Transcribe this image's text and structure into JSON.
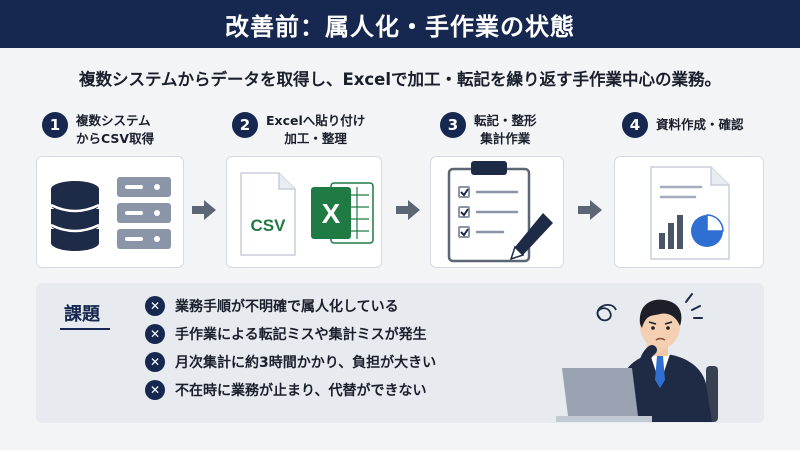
{
  "title": "改善前：属人化・手作業の状態",
  "subtitle": "複数システムからデータを取得し、Excelで加工・転記を繰り返す手作業中心の業務。",
  "steps": [
    {
      "number": "1",
      "line1": "複数システム",
      "line2": "からCSV取得"
    },
    {
      "number": "2",
      "line1": "Excelへ貼り付け",
      "line2": "加工・整理"
    },
    {
      "number": "3",
      "line1": "転記・整形",
      "line2": "集計作業"
    },
    {
      "number": "4",
      "line1": "資料作成・確認",
      "line2": ""
    }
  ],
  "csv_label": "CSV",
  "excel_label": "X",
  "issues": {
    "title": "課題",
    "items": [
      "業務手順が不明確で属人化している",
      "手作業による転記ミスや集計ミスが発生",
      "月次集計に約3時間かかり、負担が大きい",
      "不在時に業務が止まり、代替ができない"
    ]
  },
  "colors": {
    "navy": "#16284f",
    "excel_green": "#1f7a44",
    "slate": "#4a5567",
    "chart_blue": "#2f6fd1"
  }
}
